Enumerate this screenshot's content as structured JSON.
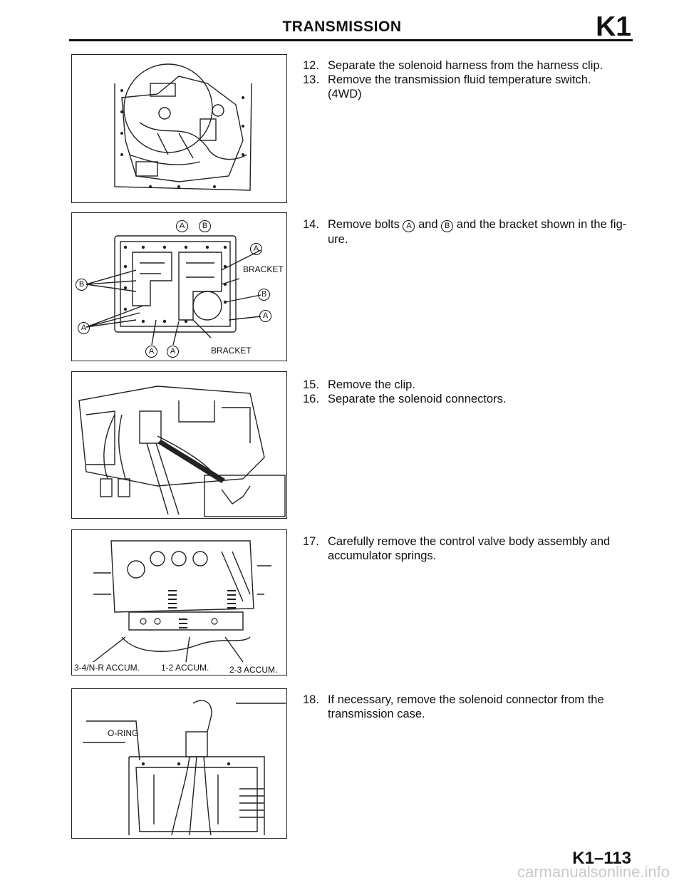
{
  "header": {
    "title": "TRANSMISSION",
    "section_code": "K1"
  },
  "figures": [
    {
      "labels": []
    },
    {
      "labels": {
        "a_top": "A",
        "b_top": "B",
        "a_right1": "A",
        "bracket1": "BRACKET",
        "b_left": "B",
        "b_right": "B",
        "a_right2": "A",
        "a_left": "A",
        "a_bot1": "A",
        "a_bot2": "A",
        "bracket2": "BRACKET"
      }
    },
    {
      "labels": []
    },
    {
      "labels": {
        "accum1": "3-4/N-R ACCUM.",
        "accum2": "1-2 ACCUM.",
        "accum3": "2-3 ACCUM."
      }
    },
    {
      "labels": {
        "oring": "O-RING"
      }
    }
  ],
  "steps": [
    {
      "num": "12.",
      "text": "Separate the solenoid harness from the harness clip."
    },
    {
      "num": "13.",
      "text": "Remove the transmission fluid temperature switch.",
      "cont": "(4WD)"
    },
    {
      "num": "14.",
      "pre": "Remove bolts",
      "a": "A",
      "mid": "and",
      "b": "B",
      "post": "and the bracket shown in the fig-",
      "cont": "ure."
    },
    {
      "num": "15.",
      "text": "Remove the clip."
    },
    {
      "num": "16.",
      "text": "Separate the solenoid connectors."
    },
    {
      "num": "17.",
      "text": "Carefully remove the control valve body assembly and",
      "cont": "accumulator springs."
    },
    {
      "num": "18.",
      "text": "If necessary, remove the solenoid connector from the",
      "cont": "transmission case."
    }
  ],
  "footer": {
    "page_number": "K1–113",
    "watermark": "carmanualsonline.info"
  }
}
